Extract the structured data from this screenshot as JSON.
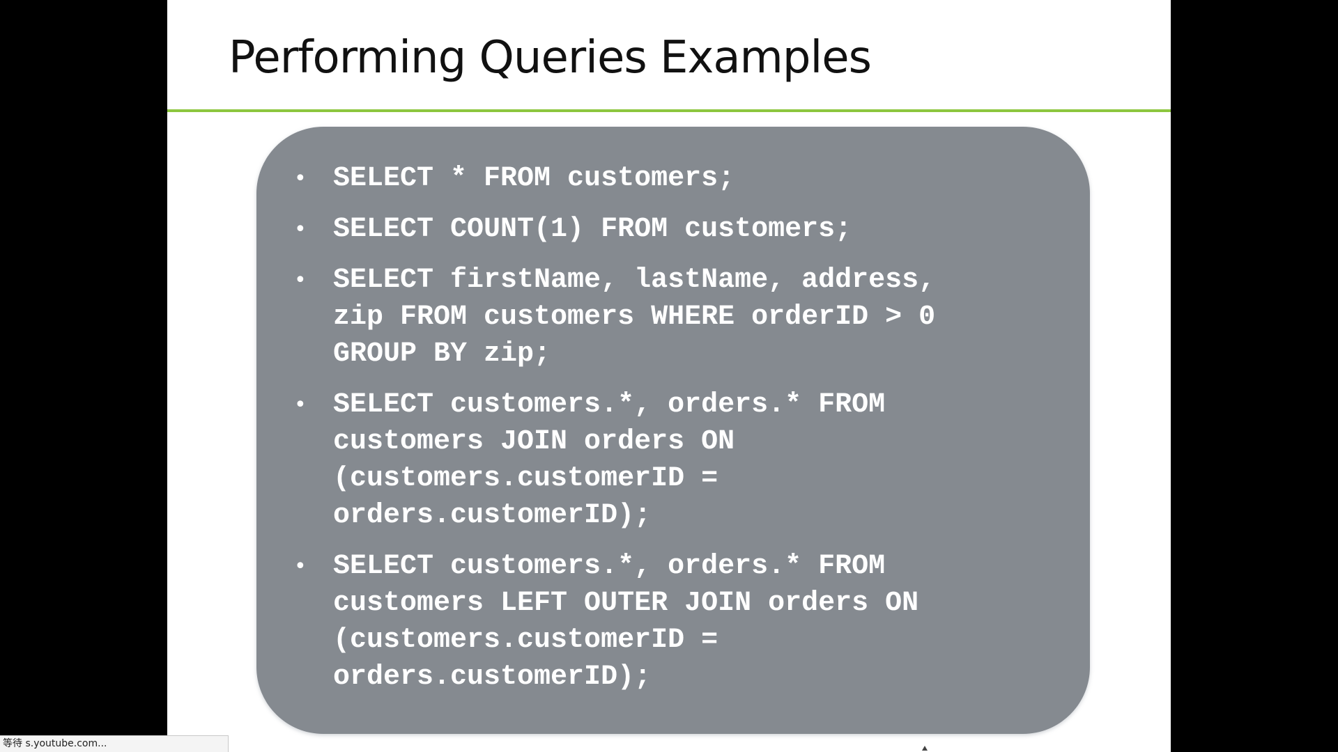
{
  "slide": {
    "title": "Performing Queries Examples",
    "accent_color": "#8dc63f",
    "panel_color": "#858a90",
    "items": [
      {
        "bullet": "•",
        "text": "SELECT * FROM customers;"
      },
      {
        "bullet": "•",
        "text": "SELECT COUNT(1) FROM customers;"
      },
      {
        "bullet": "•",
        "text": "SELECT firstName, lastName, address,\nzip FROM customers WHERE orderID > 0\nGROUP BY zip;"
      },
      {
        "bullet": "•",
        "text": "SELECT customers.*, orders.* FROM\ncustomers JOIN orders ON\n(customers.customerID =\norders.customerID);"
      },
      {
        "bullet": "•",
        "text": "SELECT customers.*, orders.* FROM\ncustomers LEFT OUTER JOIN orders ON\n(customers.customerID =\norders.customerID);"
      }
    ]
  },
  "status_bar": {
    "text": "等待 s.youtube.com..."
  }
}
